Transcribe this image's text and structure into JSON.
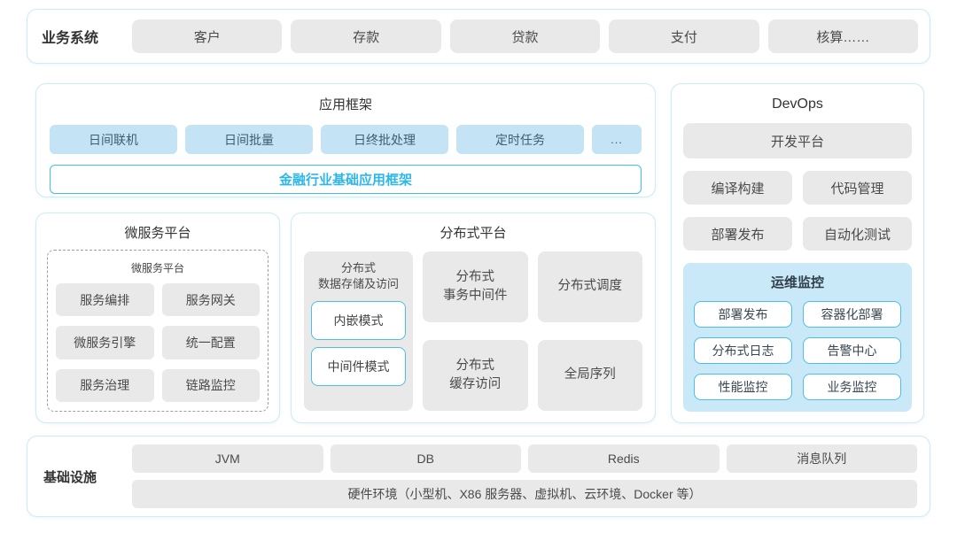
{
  "colors": {
    "panel_border": "#cdeaf5",
    "gray_block_bg": "#e9e9e9",
    "blue_block_bg": "#c4e3f4",
    "ops_panel_bg": "#c9e8f8",
    "accent_cyan_border": "#3fc0e8",
    "accent_cyan_text": "#2db6e8",
    "text_dark": "#333333"
  },
  "business_system": {
    "label": "业务系统",
    "items": [
      "客户",
      "存款",
      "贷款",
      "支付",
      "核算……"
    ]
  },
  "app_framework": {
    "title": "应用框架",
    "items": [
      "日间联机",
      "日间批量",
      "日终批处理",
      "定时任务",
      "..."
    ],
    "base_bar": "金融行业基础应用框架"
  },
  "devops": {
    "title": "DevOps",
    "dev_platform": "开发平台",
    "items": [
      "编译构建",
      "代码管理",
      "部署发布",
      "自动化测试"
    ],
    "ops_monitor": {
      "title": "运维监控",
      "items": [
        "部署发布",
        "容器化部署",
        "分布式日志",
        "告警中心",
        "性能监控",
        "业务监控"
      ]
    }
  },
  "microservice": {
    "title": "微服务平台",
    "inner_title": "微服务平台",
    "items": [
      "服务编排",
      "服务网关",
      "微服务引擎",
      "统一配置",
      "服务治理",
      "链路监控"
    ]
  },
  "distributed": {
    "title": "分布式平台",
    "storage": {
      "title": "分布式\n数据存储及访问",
      "modes": [
        "内嵌模式",
        "中间件模式"
      ]
    },
    "col2": [
      "分布式\n事务中间件",
      "分布式\n缓存访问"
    ],
    "col3": [
      "分布式调度",
      "全局序列"
    ]
  },
  "infrastructure": {
    "label": "基础设施",
    "items": [
      "JVM",
      "DB",
      "Redis",
      "消息队列"
    ],
    "hardware": "硬件环境（小型机、X86 服务器、虚拟机、云环境、Docker 等）"
  }
}
